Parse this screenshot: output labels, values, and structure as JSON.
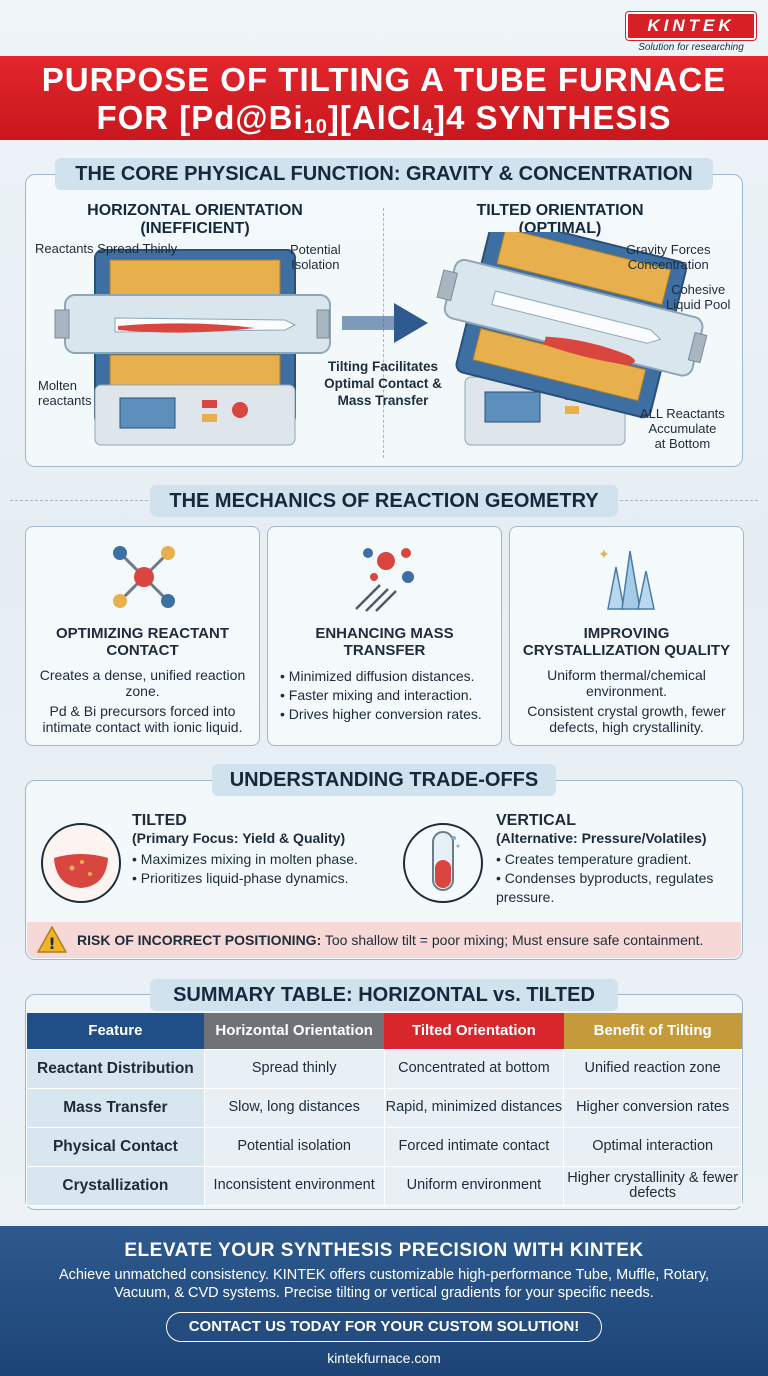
{
  "logo": {
    "brand": "KINTEK",
    "tagline": "Solution for researching"
  },
  "banner": {
    "line1": "PURPOSE OF TILTING A TUBE FURNACE",
    "line2_prefix": "FOR [Pd@Bi",
    "line2_sub1": "10",
    "line2_mid": "][AlCl",
    "line2_sub2": "4",
    "line2_suffix": "]4 SYNTHESIS"
  },
  "core": {
    "title": "THE CORE PHYSICAL FUNCTION: GRAVITY & CONCENTRATION",
    "horizontal": {
      "heading1": "HORIZONTAL ORIENTATION",
      "heading2": "(INEFFICIENT)",
      "label_spread": "Reactants Spread Thinly",
      "label_isolation_1": "Potential",
      "label_isolation_2": "Isolation",
      "label_molten_1": "Molten",
      "label_molten_2": "reactants"
    },
    "arrow_caption_1": "Tilting Facilitates",
    "arrow_caption_2": "Optimal Contact &",
    "arrow_caption_3": "Mass Transfer",
    "tilted": {
      "heading1": "TILTED ORIENTATION",
      "heading2": "(OPTIMAL)",
      "label_gravity_1": "Gravity Forces",
      "label_gravity_2": "Concentration",
      "label_pool_1": "Cohesive",
      "label_pool_2": "Liquid Pool",
      "label_accum_1": "ALL Reactants",
      "label_accum_2": "Accumulate",
      "label_accum_3": "at Bottom"
    }
  },
  "mechanics": {
    "title": "THE MECHANICS OF REACTION GEOMETRY",
    "cards": [
      {
        "title1": "OPTIMIZING REACTANT",
        "title2": "CONTACT",
        "body1": "Creates a dense, unified reaction zone.",
        "body2": "Pd & Bi precursors forced into intimate contact with ionic liquid."
      },
      {
        "title1": "ENHANCING MASS",
        "title2": "TRANSFER",
        "bullets": [
          "Minimized diffusion distances.",
          "Faster mixing and interaction.",
          "Drives higher conversion rates."
        ]
      },
      {
        "title1": "IMPROVING",
        "title2": "CRYSTALLIZATION QUALITY",
        "body1": "Uniform thermal/chemical environment.",
        "body2": "Consistent crystal growth, fewer defects, high crystallinity."
      }
    ]
  },
  "tradeoffs": {
    "title": "UNDERSTANDING TRADE-OFFS",
    "tilted": {
      "heading": "TILTED",
      "sub": "(Primary Focus: Yield & Quality)",
      "bullets": [
        "Maximizes mixing in molten phase.",
        "Prioritizes liquid-phase dynamics."
      ]
    },
    "vertical": {
      "heading": "VERTICAL",
      "sub": "(Alternative: Pressure/Volatiles)",
      "bullets": [
        "Creates temperature gradient.",
        "Condenses byproducts, regulates pressure."
      ]
    },
    "risk_label": "RISK OF INCORRECT POSITIONING:",
    "risk_text": "Too shallow tilt = poor mixing; Must ensure safe containment."
  },
  "summary": {
    "title": "SUMMARY TABLE: HORIZONTAL vs. TILTED",
    "headers": [
      "Feature",
      "Horizontal Orientation",
      "Tilted Orientation",
      "Benefit of Tilting"
    ],
    "header_colors": [
      "#1f4f86",
      "#6f7378",
      "#d7262c",
      "#c49a3a"
    ],
    "rows": [
      [
        "Reactant Distribution",
        "Spread thinly",
        "Concentrated at bottom",
        "Unified reaction zone"
      ],
      [
        "Mass Transfer",
        "Slow, long distances",
        "Rapid, minimized distances",
        "Higher conversion rates"
      ],
      [
        "Physical Contact",
        "Potential isolation",
        "Forced intimate contact",
        "Optimal interaction"
      ],
      [
        "Crystallization",
        "Inconsistent environment",
        "Uniform environment",
        "Higher crystallinity & fewer defects"
      ]
    ]
  },
  "footer": {
    "heading": "ELEVATE YOUR SYNTHESIS PRECISION WITH KINTEK",
    "para": "Achieve unmatched consistency. KINTEK offers customizable high-performance Tube, Muffle, Rotary, Vacuum, & CVD systems. Precise tilting or vertical gradients for your specific needs.",
    "cta": "CONTACT US TODAY FOR YOUR CUSTOM SOLUTION!",
    "url": "kintekfurnace.com"
  },
  "icons": [
    "warning-icon",
    "molecule-icon",
    "particles-icon",
    "crystal-icon",
    "bowl-icon",
    "test-tube-icon",
    "arrow-right-icon"
  ]
}
